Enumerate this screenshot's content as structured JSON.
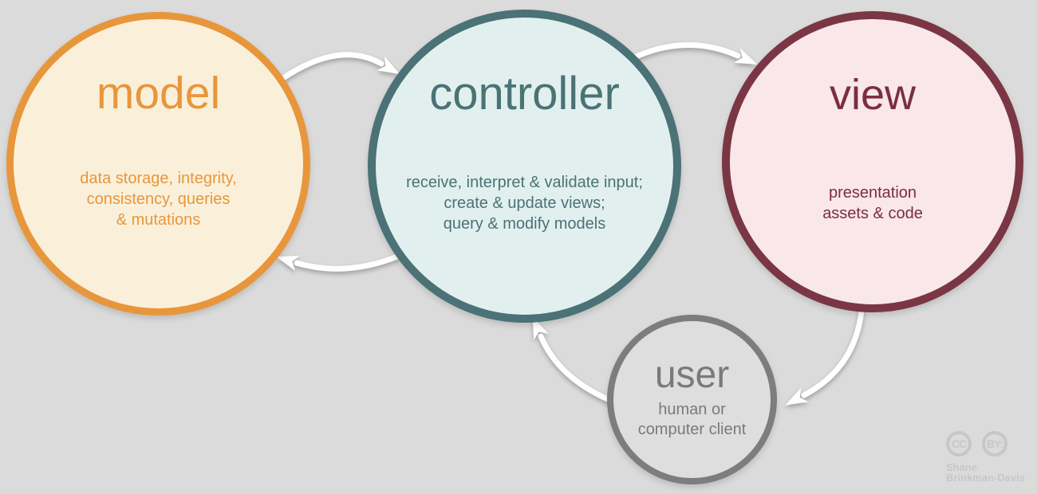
{
  "diagram": {
    "background": "#dbdbdb",
    "arrow_color": "#ffffff",
    "nodes": [
      {
        "id": "model",
        "title": "model",
        "description": "data storage, integrity,\nconsistency, queries\n& mutations",
        "border_color": "#e8963c",
        "fill_color": "#faf0da",
        "text_color": "#e8963c"
      },
      {
        "id": "controller",
        "title": "controller",
        "description": "receive, interpret & validate input;\ncreate & update views;\nquery & modify models",
        "border_color": "#4b7276",
        "fill_color": "#e1f0ee",
        "text_color": "#4b7276"
      },
      {
        "id": "view",
        "title": "view",
        "description": "presentation\nassets & code",
        "border_color": "#7a3644",
        "fill_color": "#f9e7ea",
        "text_color": "#7b2e3f"
      },
      {
        "id": "user",
        "title": "user",
        "description": "human or\ncomputer client",
        "border_color": "#7d7d7d",
        "fill_color": "#dedede",
        "text_color": "#7a7a7a"
      }
    ],
    "arrows": [
      {
        "from": "model",
        "to": "controller"
      },
      {
        "from": "controller",
        "to": "view"
      },
      {
        "from": "controller",
        "to": "model"
      },
      {
        "from": "view",
        "to": "user"
      },
      {
        "from": "user",
        "to": "controller"
      }
    ],
    "attribution": {
      "cc": "CC",
      "by": "BY:",
      "author": "Shane\nBrinkman-Davis",
      "color": "#c7c7c7"
    }
  }
}
